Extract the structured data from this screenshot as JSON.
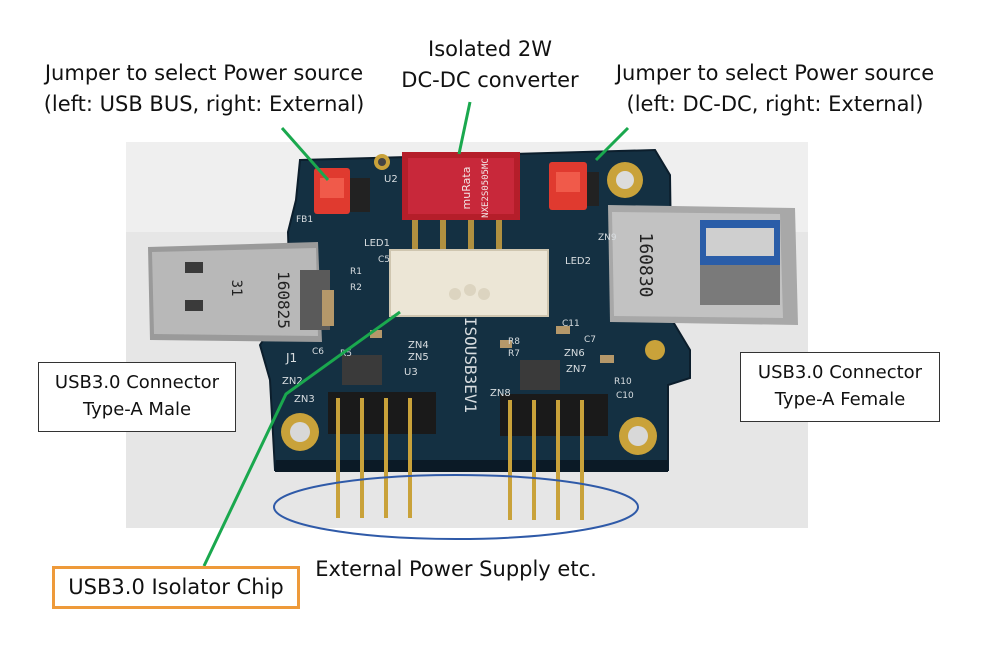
{
  "labels": {
    "jumper_left_line1": "Jumper to select Power source",
    "jumper_left_line2": "(left: USB BUS, right: External)",
    "dcdc_line1": "Isolated 2W",
    "dcdc_line2": "DC-DC converter",
    "jumper_right_line1": "Jumper to select Power source",
    "jumper_right_line2": "(left: DC-DC, right: External)",
    "usb_male_line1": "USB3.0 Connector",
    "usb_male_line2": "Type-A  Male",
    "usb_female_line1": "USB3.0 Connector",
    "usb_female_line2": "Type-A  Female",
    "external_power": "External Power Supply etc.",
    "isolator_chip": "USB3.0 Isolator Chip"
  },
  "board_markings": {
    "board_name": "ISOUSB3EV1",
    "dcdc_brand": "muRata",
    "dcdc_part": "NXE2S0505MC",
    "female_code": "160830",
    "male_code": "160825",
    "male_num": "31",
    "refs": [
      "J1",
      "ZN2",
      "ZN3",
      "ZN4",
      "ZN5",
      "ZN6",
      "ZN7",
      "ZN8",
      "U2",
      "U3",
      "LED1",
      "LED2",
      "FB1",
      "R1",
      "R2",
      "R5",
      "R7",
      "R8",
      "R10",
      "C5",
      "C6",
      "C7",
      "C10",
      "C11",
      "ZN9"
    ]
  },
  "colors": {
    "pcb": "#143042",
    "annotation_line": "#1aa84e",
    "ellipse": "#2f5aa8",
    "chip_box_border": "#ee9a3a",
    "jumper": "#e03a2f",
    "converter": "#b51e2a",
    "isolator": "#ece6d6"
  }
}
